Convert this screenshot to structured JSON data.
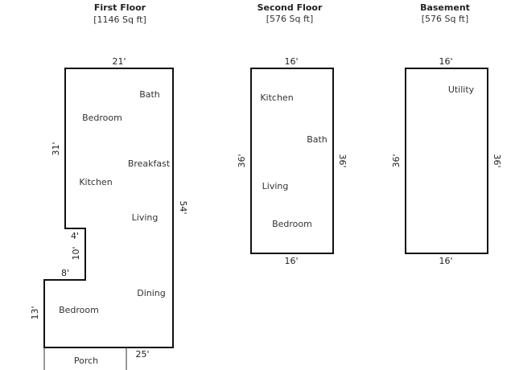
{
  "floors": [
    {
      "name": "First Floor",
      "area": "[1146 Sq ft]",
      "dims": {
        "top": "21'",
        "left_upper": "31'",
        "notch_width": "4'",
        "notch_height": "10'",
        "step_width": "8'",
        "left_lower": "13'",
        "right": "54'",
        "bottom": "25'"
      },
      "rooms": [
        "Bath",
        "Bedroom",
        "Breakfast",
        "Kitchen",
        "Living",
        "Dining",
        "Bedroom",
        "Porch"
      ]
    },
    {
      "name": "Second Floor",
      "area": "[576 Sq ft]",
      "dims": {
        "top": "16'",
        "bottom": "16'",
        "left": "36'",
        "right": "36'"
      },
      "rooms": [
        "Kitchen",
        "Bath",
        "Living",
        "Bedroom"
      ]
    },
    {
      "name": "Basement",
      "area": "[576 Sq ft]",
      "dims": {
        "top": "16'",
        "bottom": "16'",
        "left": "36'",
        "right": "36'"
      },
      "rooms": [
        "Utility"
      ]
    }
  ]
}
